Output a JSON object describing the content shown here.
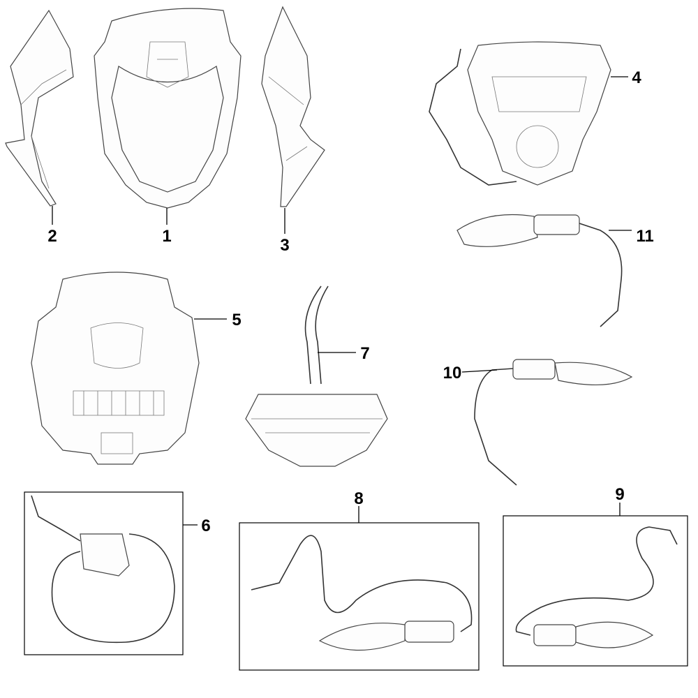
{
  "diagram": {
    "type": "exploded parts diagram",
    "callouts": {
      "p1": "1",
      "p2": "2",
      "p3": "3",
      "p4": "4",
      "p5": "5",
      "p6": "6",
      "p7": "7",
      "p8": "8",
      "p9": "9",
      "p10": "10",
      "p11": "11"
    },
    "colors": {
      "line": "#000000",
      "drawing": "#444444",
      "background": "#ffffff"
    }
  }
}
